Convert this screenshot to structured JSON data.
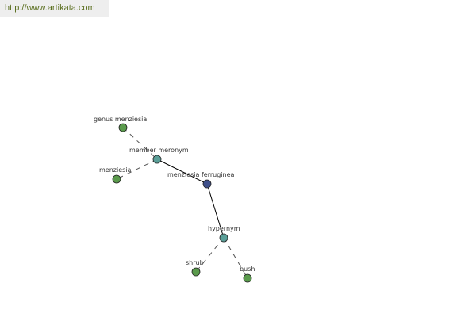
{
  "banner": {
    "url": "http://www.artikata.com",
    "link_color": "#5a6e1e",
    "background": "#eeeeee"
  },
  "colors": {
    "leaf_node": "#5a9a4c",
    "relation_node": "#5a9f98",
    "focus_node": "#3e4f8a",
    "node_stroke": "#222222",
    "solid_edge": "#000000",
    "dashed_edge": "#555555",
    "label": "#333333"
  },
  "graph": {
    "nodes": [
      {
        "id": "genus-menziesia",
        "label": "genus menziesia",
        "kind": "leaf"
      },
      {
        "id": "member-meronym",
        "label": "member meronym",
        "kind": "relation"
      },
      {
        "id": "menziesia",
        "label": "menziesia",
        "kind": "leaf"
      },
      {
        "id": "menziesia-ferruginea",
        "label": "menziesia ferruginea",
        "kind": "focus"
      },
      {
        "id": "hypernym",
        "label": "hypernym",
        "kind": "relation"
      },
      {
        "id": "shrub",
        "label": "shrub",
        "kind": "leaf"
      },
      {
        "id": "bush",
        "label": "bush",
        "kind": "leaf"
      }
    ],
    "edges": [
      {
        "from": "genus-menziesia",
        "to": "member-meronym",
        "style": "dashed"
      },
      {
        "from": "member-meronym",
        "to": "menziesia",
        "style": "dashed"
      },
      {
        "from": "member-meronym",
        "to": "menziesia-ferruginea",
        "style": "solid"
      },
      {
        "from": "menziesia-ferruginea",
        "to": "hypernym",
        "style": "solid"
      },
      {
        "from": "hypernym",
        "to": "shrub",
        "style": "dashed"
      },
      {
        "from": "hypernym",
        "to": "bush",
        "style": "dashed"
      }
    ]
  }
}
